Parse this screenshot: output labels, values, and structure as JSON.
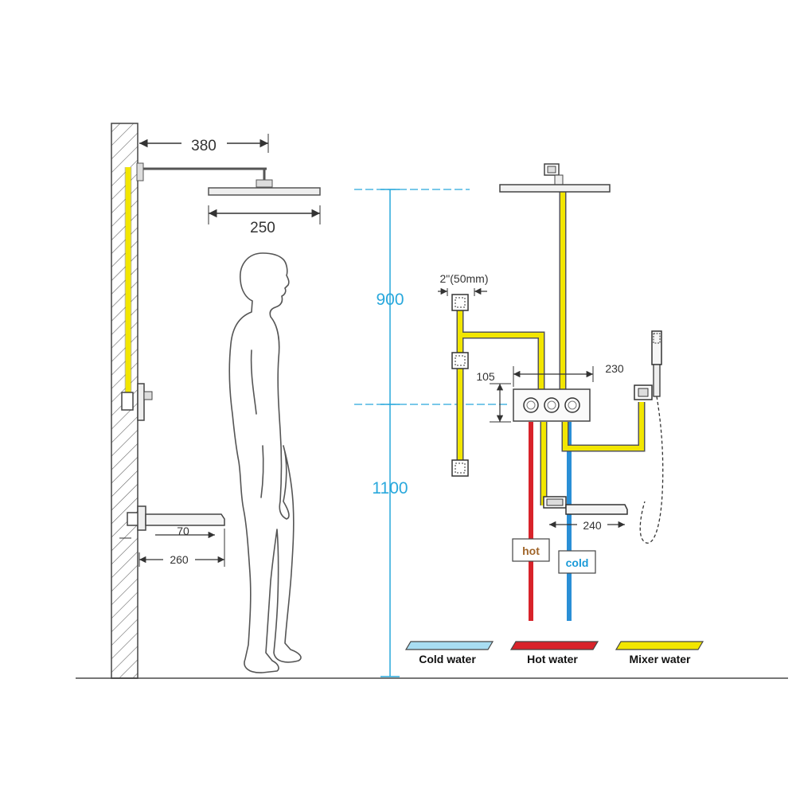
{
  "left_view": {
    "arm_length": "380",
    "head_width": "250",
    "spout_length": "70",
    "spout_height_offset": "260"
  },
  "right_view": {
    "upper_height": "900",
    "lower_height": "1100",
    "body_spray_size": "2\"(50mm)",
    "valve_height": "105",
    "handshower_offset": "230",
    "spout_offset": "240",
    "hot_tag": "hot",
    "cold_tag": "cold"
  },
  "legend": [
    {
      "label": "Cold water",
      "color": "#a8ddf2"
    },
    {
      "label": "Hot water",
      "color": "#d8232a"
    },
    {
      "label": "Mixer water",
      "color": "#f2e600"
    }
  ],
  "colors": {
    "mixer_pipe": "#f2e600",
    "hot_pipe": "#d8232a",
    "cold_pipe": "#2a8fd6",
    "dimension_blue": "#29a8dc",
    "outline": "#444444"
  }
}
